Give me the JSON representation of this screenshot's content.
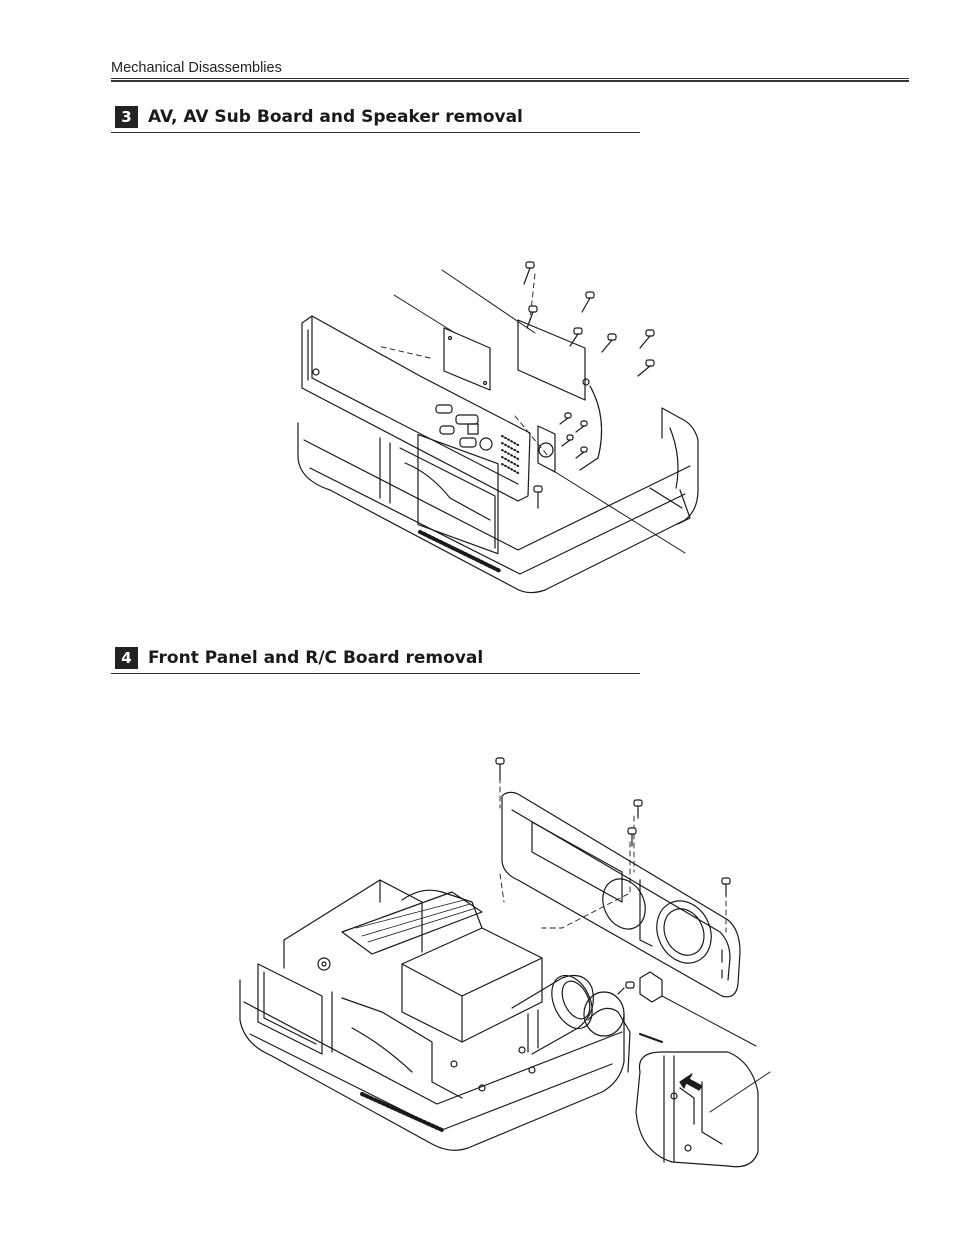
{
  "header": {
    "label": "Mechanical Disassemblies"
  },
  "sections": [
    {
      "number": "3",
      "title": "AV, AV Sub Board and Speaker removal"
    },
    {
      "number": "4",
      "title": "Front Panel and R/C Board removal"
    }
  ],
  "colors": {
    "line": "#1a1a1a",
    "badge": "#222222"
  }
}
